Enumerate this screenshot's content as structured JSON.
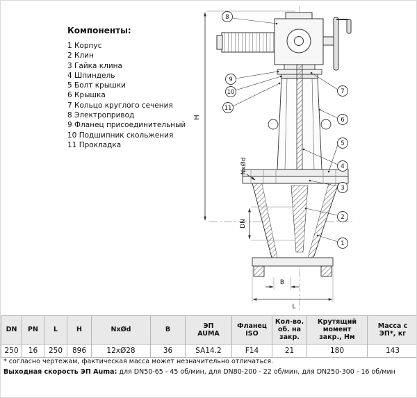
{
  "components": {
    "title": "Компоненты:",
    "items": [
      "1 Корпус",
      "2 Клин",
      "3 Гайка клина",
      "4 Шпиндель",
      "5 Болт крышки",
      "6 Крышка",
      "7 Кольцо круглого сечения",
      "8 Электропривод",
      "9 Фланец присоединительный",
      "10 Подшипник скольжения",
      "11 Прокладка"
    ]
  },
  "drawing": {
    "callouts": [
      "1",
      "2",
      "3",
      "4",
      "5",
      "6",
      "7",
      "8",
      "9",
      "10",
      "11"
    ],
    "dimensions": {
      "height": "H",
      "bolt_pattern": "NxØd",
      "bore": "DN",
      "width_b": "B",
      "length": "L"
    }
  },
  "table": {
    "headers": [
      "DN",
      "PN",
      "L",
      "H",
      "NxØd",
      "B",
      "ЭП\nAUMA",
      "Фланец\nISO",
      "Кол-во.\nоб. на\nзакр.",
      "Крутящий\nмомент\nзакр., Нм",
      "Масса с\nЭП*, кг"
    ],
    "values": [
      "250",
      "16",
      "250",
      "896",
      "12xØ28",
      "36",
      "SA14.2",
      "F14",
      "21",
      "180",
      "143"
    ]
  },
  "notes": {
    "mass_note": "* согласно чертежам, фактическая масса может незначительно отличаться.",
    "speed_note_bold": "Выходная скорость ЭП Auma:",
    "speed_note_rest": " для DN50-65 - 45 об/мин, для DN80-200 - 22 об/мин, для DN250-300 - 16 об/мин"
  }
}
